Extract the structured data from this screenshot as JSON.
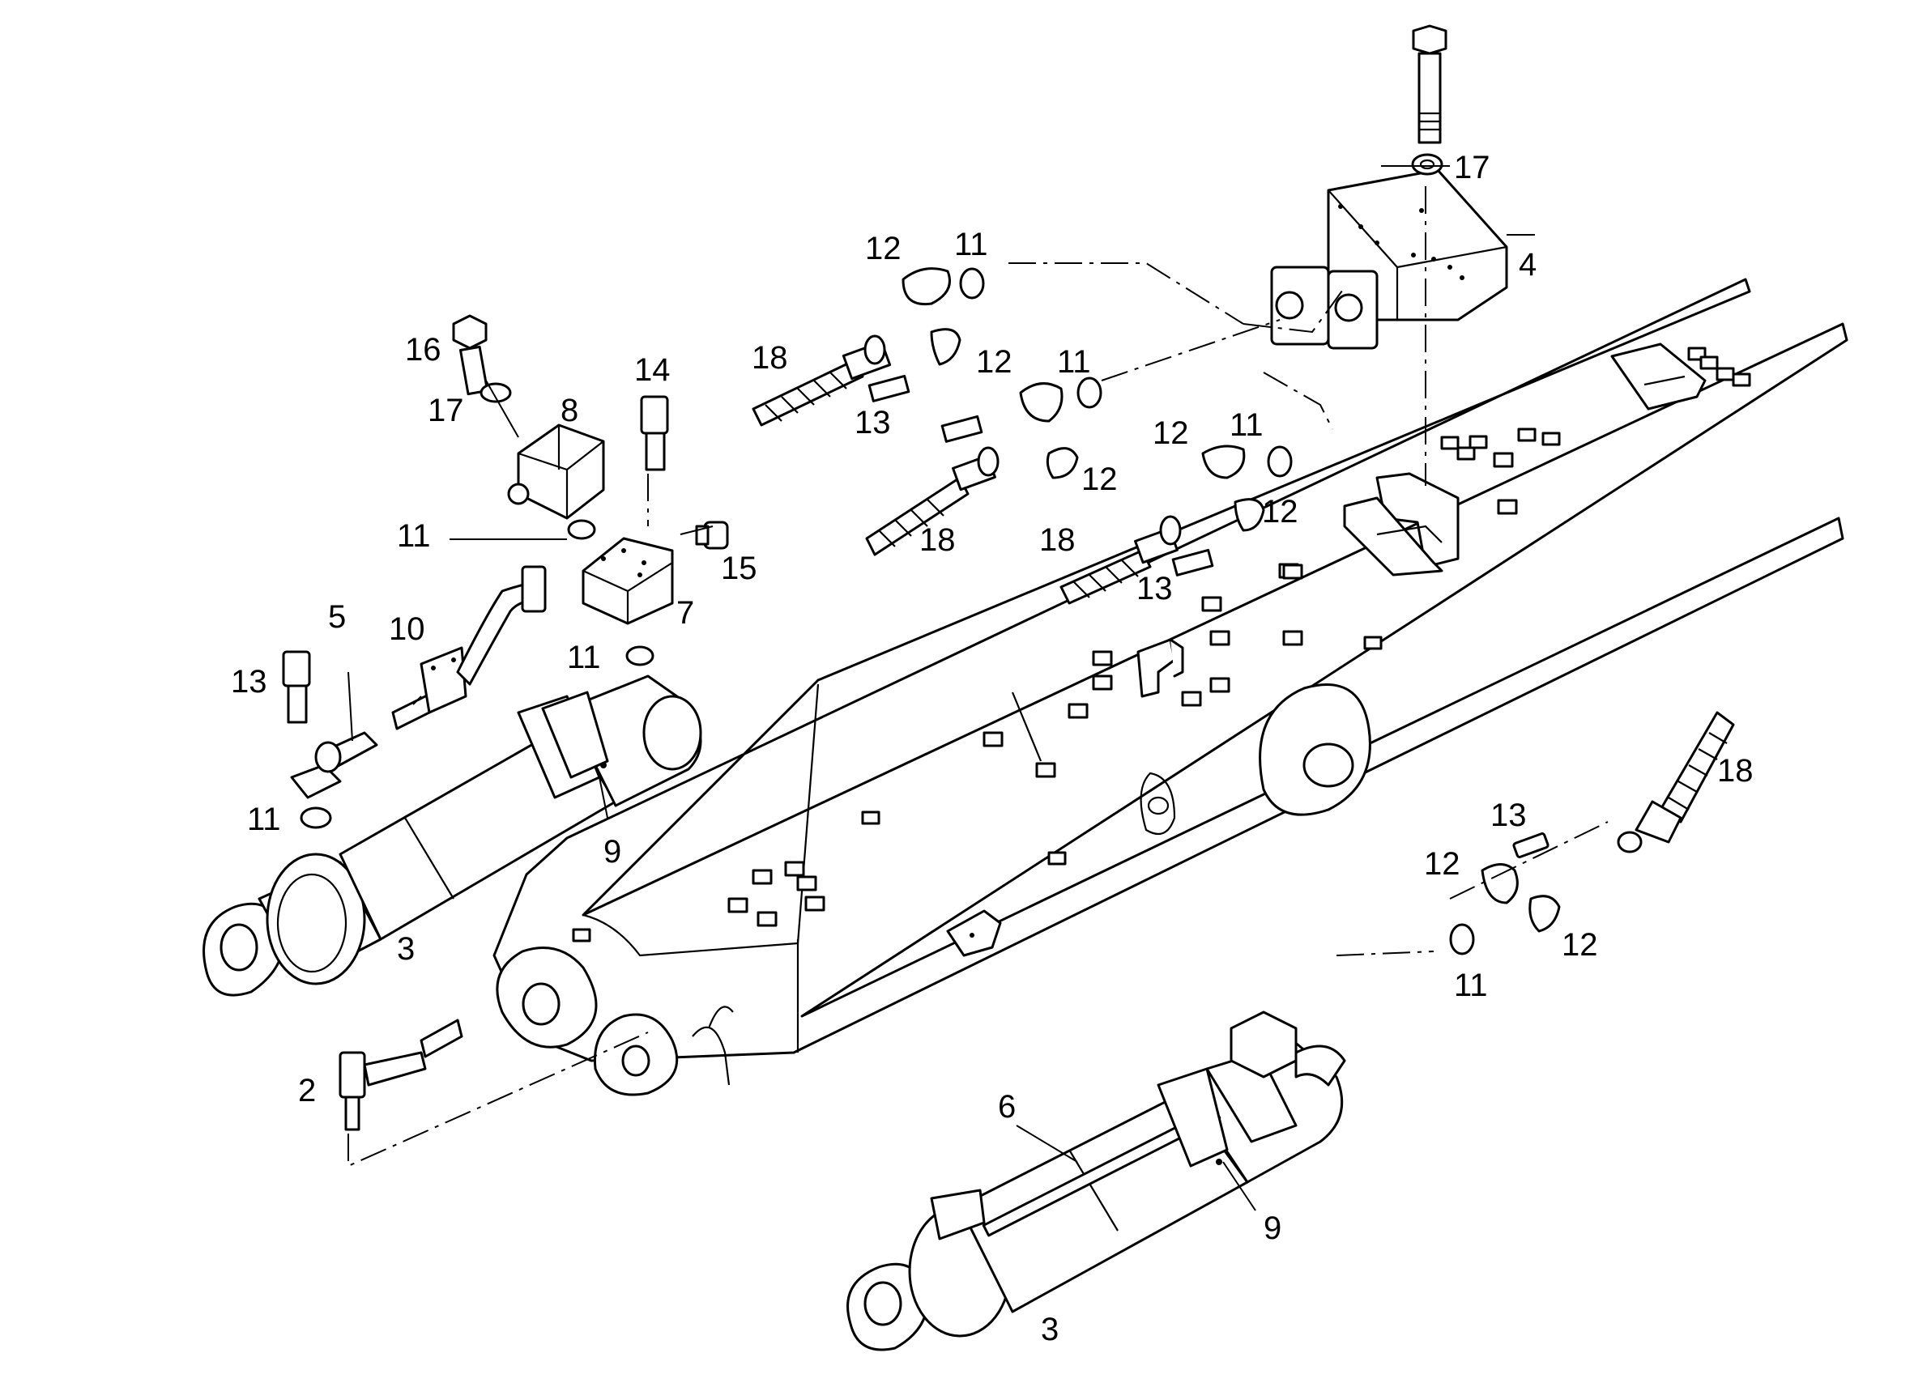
{
  "callouts": [
    {
      "key": "c17_top",
      "text": "17"
    },
    {
      "key": "c4",
      "text": "4"
    },
    {
      "key": "c12_a",
      "text": "12"
    },
    {
      "key": "c11_a",
      "text": "11"
    },
    {
      "key": "c18_a",
      "text": "18"
    },
    {
      "key": "c13_a",
      "text": "13"
    },
    {
      "key": "c12_b",
      "text": "12"
    },
    {
      "key": "c11_b",
      "text": "11"
    },
    {
      "key": "c12_c",
      "text": "12"
    },
    {
      "key": "c18_b",
      "text": "18"
    },
    {
      "key": "c12_d",
      "text": "12"
    },
    {
      "key": "c11_c",
      "text": "11"
    },
    {
      "key": "c12_e",
      "text": "12"
    },
    {
      "key": "c18_c",
      "text": "18"
    },
    {
      "key": "c13_b",
      "text": "13"
    },
    {
      "key": "c16",
      "text": "16"
    },
    {
      "key": "c17_b",
      "text": "17"
    },
    {
      "key": "c8",
      "text": "8"
    },
    {
      "key": "c14",
      "text": "14"
    },
    {
      "key": "c11_d",
      "text": "11"
    },
    {
      "key": "c15",
      "text": "15"
    },
    {
      "key": "c7",
      "text": "7"
    },
    {
      "key": "c5",
      "text": "5"
    },
    {
      "key": "c10",
      "text": "10"
    },
    {
      "key": "c13_c",
      "text": "13"
    },
    {
      "key": "c11_e",
      "text": "11"
    },
    {
      "key": "c11_f",
      "text": "11"
    },
    {
      "key": "c9_a",
      "text": "9"
    },
    {
      "key": "c3_a",
      "text": "3"
    },
    {
      "key": "c2",
      "text": "2"
    },
    {
      "key": "c18_d",
      "text": "18"
    },
    {
      "key": "c13_d",
      "text": "13"
    },
    {
      "key": "c12_f",
      "text": "12"
    },
    {
      "key": "c12_g",
      "text": "12"
    },
    {
      "key": "c11_g",
      "text": "11"
    },
    {
      "key": "c6",
      "text": "6"
    },
    {
      "key": "c9_b",
      "text": "9"
    },
    {
      "key": "c3_b",
      "text": "3"
    }
  ]
}
